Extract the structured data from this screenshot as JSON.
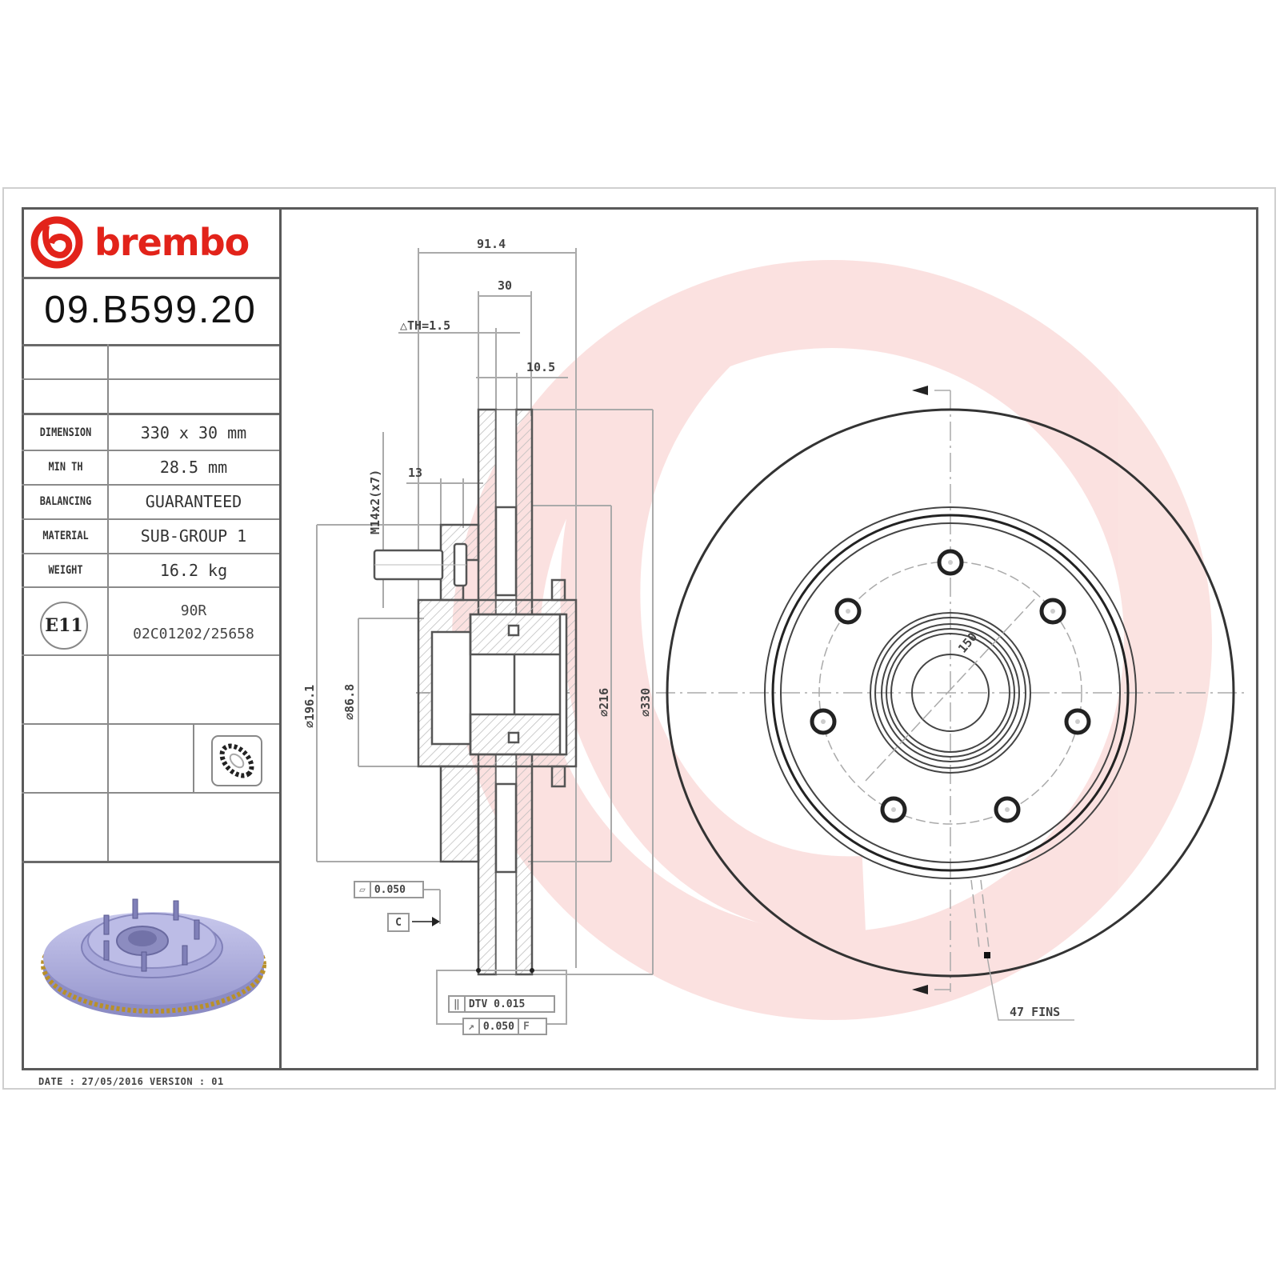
{
  "brand": {
    "name": "brembo",
    "color": "#e2231a"
  },
  "part_number": "09.B599.20",
  "specs": [
    {
      "label": "DIMENSION",
      "value": "330 x 30 mm"
    },
    {
      "label": "MIN TH",
      "value": "28.5 mm"
    },
    {
      "label": "BALANCING",
      "value": "GUARANTEED"
    },
    {
      "label": "MATERIAL",
      "value": "SUB-GROUP 1"
    },
    {
      "label": "WEIGHT",
      "value": "16.2 kg"
    }
  ],
  "homologation": {
    "mark": "E11",
    "code_line1": "90R",
    "code_line2": "02C01202/25658"
  },
  "icons": {
    "bearing": "wheel-bearing-icon"
  },
  "footer": {
    "text": "DATE : 27/05/2016 VERSION : 01"
  },
  "section_view": {
    "dim_overall_width": "91.4",
    "dim_disc_thickness": "30",
    "dim_th_tolerance": "△TH=1.5",
    "dim_hat_offset": "10.5",
    "dim_stud_offset": "13",
    "dim_stud_spec": "M14x2(x7)",
    "dim_dia_hub": "⌀196.1",
    "dim_dia_bore": "⌀86.8",
    "dim_dia_inner": "⌀216",
    "dim_dia_outer": "⌀330",
    "tol_flatness": "0.050",
    "datum": "C",
    "tol_dtv": "DTV 0.015",
    "tol_runout": "0.050",
    "tol_runout_ref": "F"
  },
  "front_view": {
    "pcd_label": "150",
    "fins_label": "47 FINS",
    "stud_count": 7
  }
}
